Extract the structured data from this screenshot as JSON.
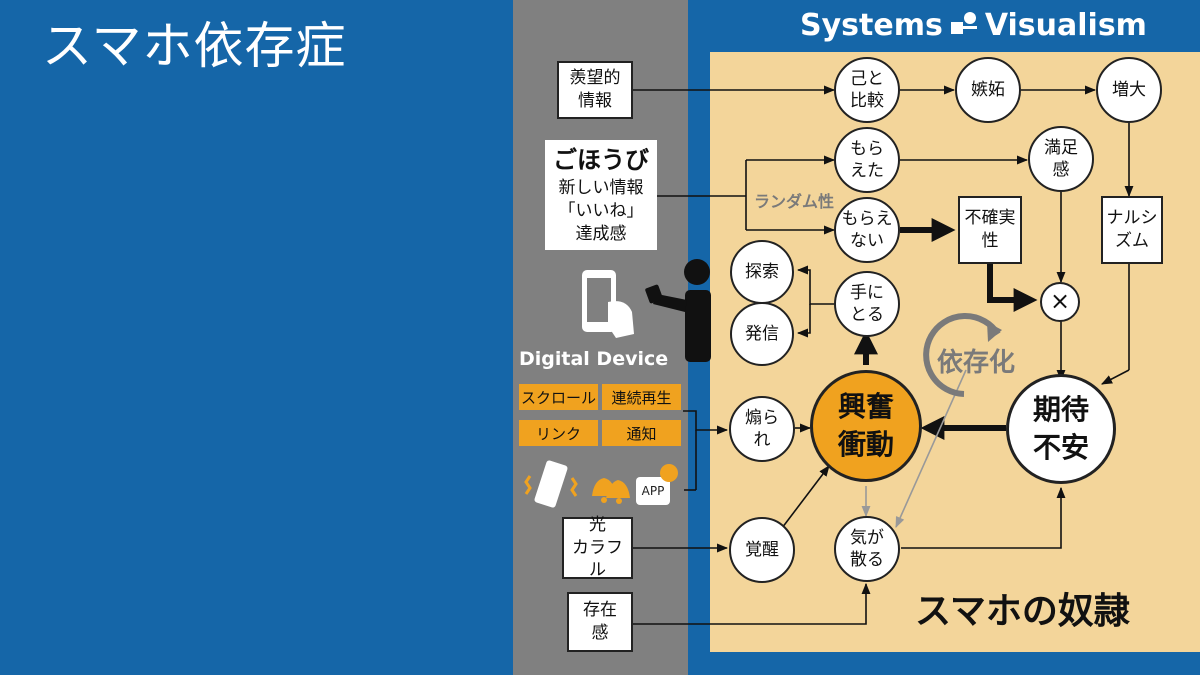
{
  "title": "スマホ依存症",
  "brand": {
    "left": "Systems",
    "right": "Visualism"
  },
  "device_label": "Digital Device",
  "tags": [
    "スクロール",
    "連続再生",
    "リンク",
    "通知"
  ],
  "app_badge": "APP",
  "randomness_label": "ランダム性",
  "dependency_label": "依存化",
  "slave_label": "スマホの奴隷",
  "inputs": {
    "envy_info": [
      "羨望的",
      "情報"
    ],
    "reward_title": "ごほうび",
    "reward_lines": [
      "新しい情報",
      "「いいね」",
      "達成感"
    ],
    "light": [
      "光",
      "カラフル"
    ],
    "presence": [
      "存在",
      "感"
    ]
  },
  "nodes": {
    "compare": [
      "己と",
      "比較"
    ],
    "jealousy": "嫉妬",
    "increase": "増大",
    "received": [
      "もら",
      "えた"
    ],
    "satisfaction": [
      "満足",
      "感"
    ],
    "not_received": [
      "もらえ",
      "ない"
    ],
    "uncertainty": [
      "不確実",
      "性"
    ],
    "narcissism": [
      "ナルシ",
      "ズム"
    ],
    "explore": "探索",
    "pickup": [
      "手に",
      "とる"
    ],
    "multiply": "×",
    "post": "発信",
    "incite": [
      "煽ら",
      "れ"
    ],
    "impulse": [
      "興奮",
      "衝動"
    ],
    "anxiety": [
      "期待",
      "不安"
    ],
    "arousal": "覚醒",
    "distract": [
      "気が",
      "散る"
    ]
  },
  "colors": {
    "background": "#1566a8",
    "panel": "#f3d59a",
    "accent": "#f0a21f",
    "gray": "#808080"
  }
}
